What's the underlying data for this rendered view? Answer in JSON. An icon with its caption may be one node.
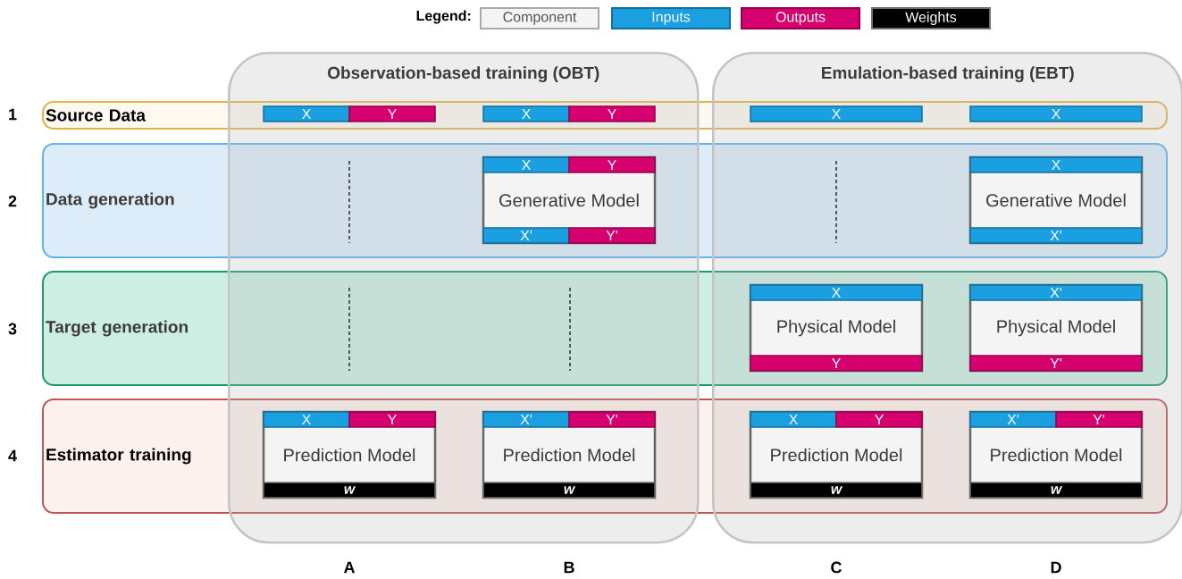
{
  "diagram": {
    "nodes": [
      {
        "text": [
          "Observation-based training (OBT)"
        ]
      },
      {
        "text": [
          "Emulation-based training (EBT)"
        ]
      },
      {
        "text": [
          "Source Data"
        ]
      },
      {
        "text": [
          "Data generation"
        ]
      },
      {
        "text": [
          "Target generation"
        ]
      },
      {
        "text": [
          "Estimator training"
        ]
      },
      {
        "text": [
          "X"
        ]
      },
      {
        "text": [
          "Y"
        ]
      },
      {
        "text": [
          "X"
        ]
      },
      {
        "text": [
          "Y"
        ]
      },
      {
        "text": [
          "X"
        ]
      },
      {
        "text": [
          "X"
        ]
      },
      {
        "text": [
          "Generative Model"
        ]
      },
      {
        "text": [
          "X"
        ],
        "in": 12
      },
      {
        "text": [
          "Y"
        ],
        "in": 12
      },
      {
        "text": [
          "X'"
        ],
        "in": 12
      },
      {
        "text": [
          "Y'"
        ],
        "in": 12
      },
      {
        "text": [
          "Generative Model"
        ]
      },
      {
        "text": [
          "X"
        ],
        "in": 17
      },
      {
        "text": [
          "X'"
        ],
        "in": 17
      },
      {
        "text": [
          "Physical Model"
        ]
      },
      {
        "text": [
          "X"
        ],
        "in": 20
      },
      {
        "text": [
          "Y"
        ],
        "in": 20
      },
      {
        "text": [
          "Physical Model"
        ]
      },
      {
        "text": [
          "X'"
        ],
        "in": 23
      },
      {
        "text": [
          "Y'"
        ],
        "in": 23
      },
      {
        "text": [
          "Prediction Model"
        ]
      },
      {
        "text": [
          "X"
        ],
        "in": 26
      },
      {
        "text": [
          "Y"
        ],
        "in": 26
      },
      {
        "text": [
          "w"
        ],
        "in": 26
      },
      {
        "text": [
          "Prediction Model"
        ]
      },
      {
        "text": [
          "X'"
        ],
        "in": 30
      },
      {
        "text": [
          "Y'"
        ],
        "in": 30
      },
      {
        "text": [
          "w"
        ],
        "in": 30
      },
      {
        "text": [
          "Prediction Model"
        ]
      },
      {
        "text": [
          "X"
        ],
        "in": 34
      },
      {
        "text": [
          "Y"
        ],
        "in": 34
      },
      {
        "text": [
          "w"
        ],
        "in": 34
      },
      {
        "text": [
          "Prediction Model"
        ]
      },
      {
        "text": [
          "X'"
        ],
        "in": 38
      },
      {
        "text": [
          "Y'"
        ],
        "in": 38
      },
      {
        "text": [
          "w"
        ],
        "in": 38
      }
    ],
    "labels": [
      "Legend:",
      "1",
      "2",
      "3",
      "4",
      "A",
      "B",
      "C",
      "D"
    ],
    "legend": [
      {
        "text": "Component",
        "color": "#f4f4f4"
      },
      {
        "text": "Inputs",
        "color": "#1a9fe0"
      },
      {
        "text": "Outputs",
        "color": "#d6006e"
      },
      {
        "text": "Weights",
        "color": "#000000"
      }
    ]
  }
}
